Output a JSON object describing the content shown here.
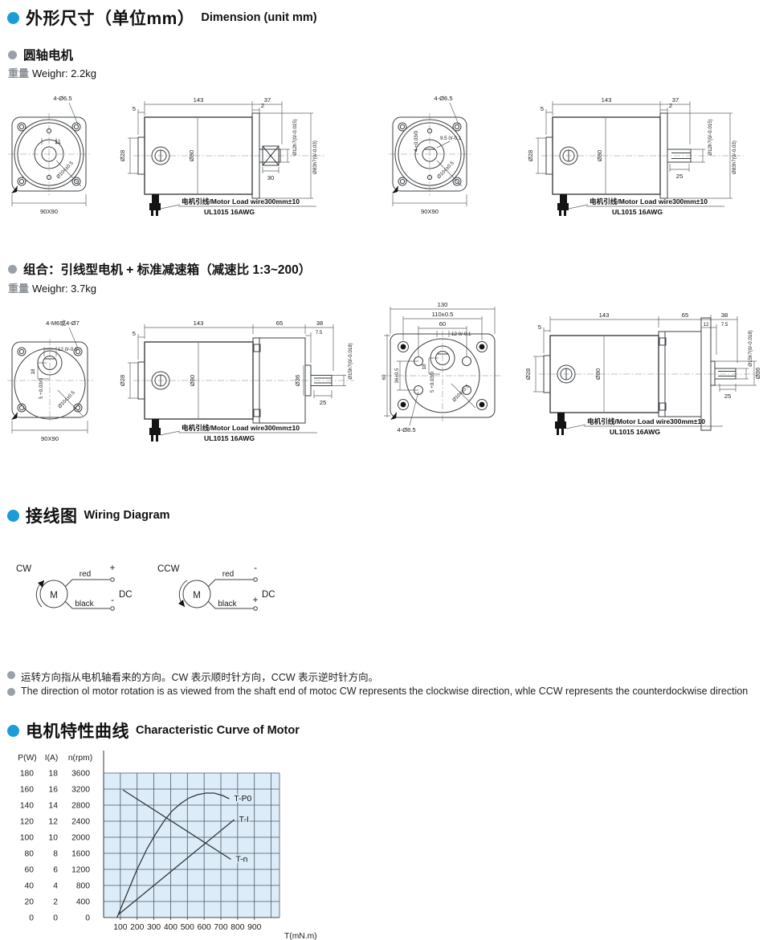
{
  "header": {
    "dim_zh": "外形尺寸（单位mm）",
    "dim_en": "Dimension (unit mm)"
  },
  "round_shaft": {
    "title": "圆轴电机",
    "weight_label": "重量",
    "weight": "Weighr: 2.2kg"
  },
  "combo": {
    "title": "组合：引线型电机 + 标准减速箱（减速比 1:3~200）",
    "weight_label": "重量",
    "weight": "Weighr: 3.7kg"
  },
  "wire_note": {
    "zh": "电机引线/Motor Load wire300mm±10",
    "spec": "UL1015 16AWG"
  },
  "drawings": {
    "m1f": {
      "holes": "4-Ø6.5",
      "shaft": "11",
      "bc": "Ø104±0.5",
      "frame": "90X90"
    },
    "m1s": {
      "l143": "143",
      "l37": "37",
      "l5": "5",
      "l2": "2",
      "d28": "Ø28",
      "d80": "Ø80",
      "l30": "30",
      "dshaft": "Ø12h7(0/-0.015)",
      "dflange": "Ø83h7(0/-0.03)"
    },
    "m2f": {
      "holes": "4-Ø6.5",
      "key": "4 +0.03/0",
      "w95": "9.5 0/-0.1",
      "bc": "Ø104±0.5",
      "frame": "90X90"
    },
    "m2s": {
      "l143": "143",
      "l37": "37",
      "l5": "5",
      "l2": "2",
      "d28": "Ø28",
      "d80": "Ø80",
      "l25": "25",
      "dshaft": "Ø12h7(0/-0.015)",
      "dflange": "Ø83h7(0/-0.03)"
    },
    "g1f": {
      "holes": "4-M6或4-Ø7",
      "shaft": "12 0/-0.1",
      "l18": "18",
      "key": "5 +0.03/0",
      "bc": "Ø104±0.5",
      "frame": "90X90"
    },
    "g1s": {
      "l143": "143",
      "l65": "65",
      "l38": "38",
      "l75": "7.5",
      "l5": "5",
      "d28": "Ø28",
      "d80": "Ø80",
      "d36": "Ø36",
      "l25": "25",
      "dshaft": "Ø15h7(0/-0.018)"
    },
    "g2f": {
      "w130": "130",
      "w110": "110±0.5",
      "w60": "60",
      "h60": "60",
      "h36": "36±0.5",
      "holes": "4-Ø8.5",
      "shaft": "12 0/-0.1",
      "l18": "18",
      "key": "5 +0.03/0",
      "bc": "Ø104±0.5"
    },
    "g2s": {
      "l143": "143",
      "l65": "65",
      "l38": "38",
      "l12": "12",
      "l75": "7.5",
      "l5": "5",
      "d28": "Ø28",
      "d80": "Ø80",
      "d36": "Ø36",
      "l25": "25",
      "dshaft": "Ø15h7(0/-0.018)"
    }
  },
  "wiring": {
    "title_zh": "接线图",
    "title_en": "Wiring Diagram",
    "cw": {
      "dir": "CW",
      "motor": "M",
      "top_wire": "red",
      "top_term": "+",
      "bot_wire": "black",
      "bot_term": "-",
      "supply": "DC"
    },
    "ccw": {
      "dir": "CCW",
      "motor": "M",
      "top_wire": "red",
      "top_term": "-",
      "bot_wire": "black",
      "bot_term": "+",
      "supply": "DC"
    }
  },
  "notes": {
    "zh": "运转方向指从电机轴看来的方向。CW 表示顺时针方向，CCW 表示逆时针方向。",
    "en": "The direction ol motor rotation is as viewed from the shaft end of motoc CW represents the clockwise direction, whle CCW represents the counterdockwise direction"
  },
  "curve_section": {
    "title_zh": "电机特性曲线",
    "title_en": "Characteristic Curve of Motor"
  },
  "chart_data": {
    "type": "line",
    "title": "Characteristic Curve of Motor",
    "xlabel": "T(mN.m)",
    "xlim": [
      0,
      1050
    ],
    "x_ticks": [
      100,
      200,
      300,
      400,
      500,
      600,
      700,
      800,
      900
    ],
    "grid": true,
    "legend_position": "on-line-ends",
    "plot_bg": "#dcecf8",
    "grid_color": "#4e5a64",
    "line_color": "#2e3338",
    "y_axes": [
      {
        "label": "P(W)",
        "max": 180,
        "ticks": [
          180,
          160,
          140,
          120,
          100,
          80,
          60,
          40,
          20,
          0
        ]
      },
      {
        "label": "I(A)",
        "max": 18,
        "ticks": [
          18,
          16,
          14,
          12,
          10,
          8,
          6,
          4,
          2,
          0
        ]
      },
      {
        "label": "n(rpm)",
        "max": 3600,
        "ticks": [
          3600,
          3200,
          2800,
          2400,
          2000,
          1600,
          1200,
          800,
          400,
          0
        ]
      }
    ],
    "series": [
      {
        "name": "T-P0",
        "axis": "P(W)",
        "points": [
          [
            80,
            0
          ],
          [
            140,
            30
          ],
          [
            200,
            60
          ],
          [
            260,
            86
          ],
          [
            310,
            104
          ],
          [
            360,
            120
          ],
          [
            410,
            133
          ],
          [
            460,
            142
          ],
          [
            510,
            149
          ],
          [
            560,
            153
          ],
          [
            610,
            155
          ],
          [
            660,
            155
          ],
          [
            710,
            152
          ],
          [
            750,
            148
          ]
        ]
      },
      {
        "name": "T-I",
        "axis": "I(A)",
        "points": [
          [
            90,
            0.4
          ],
          [
            780,
            12.2
          ]
        ]
      },
      {
        "name": "T-n",
        "axis": "n(rpm)",
        "points": [
          [
            115,
            3180
          ],
          [
            760,
            1450
          ]
        ]
      }
    ]
  },
  "colors": {
    "accent": "#1b9cd8",
    "bullet_gray": "#9aa0a6"
  }
}
